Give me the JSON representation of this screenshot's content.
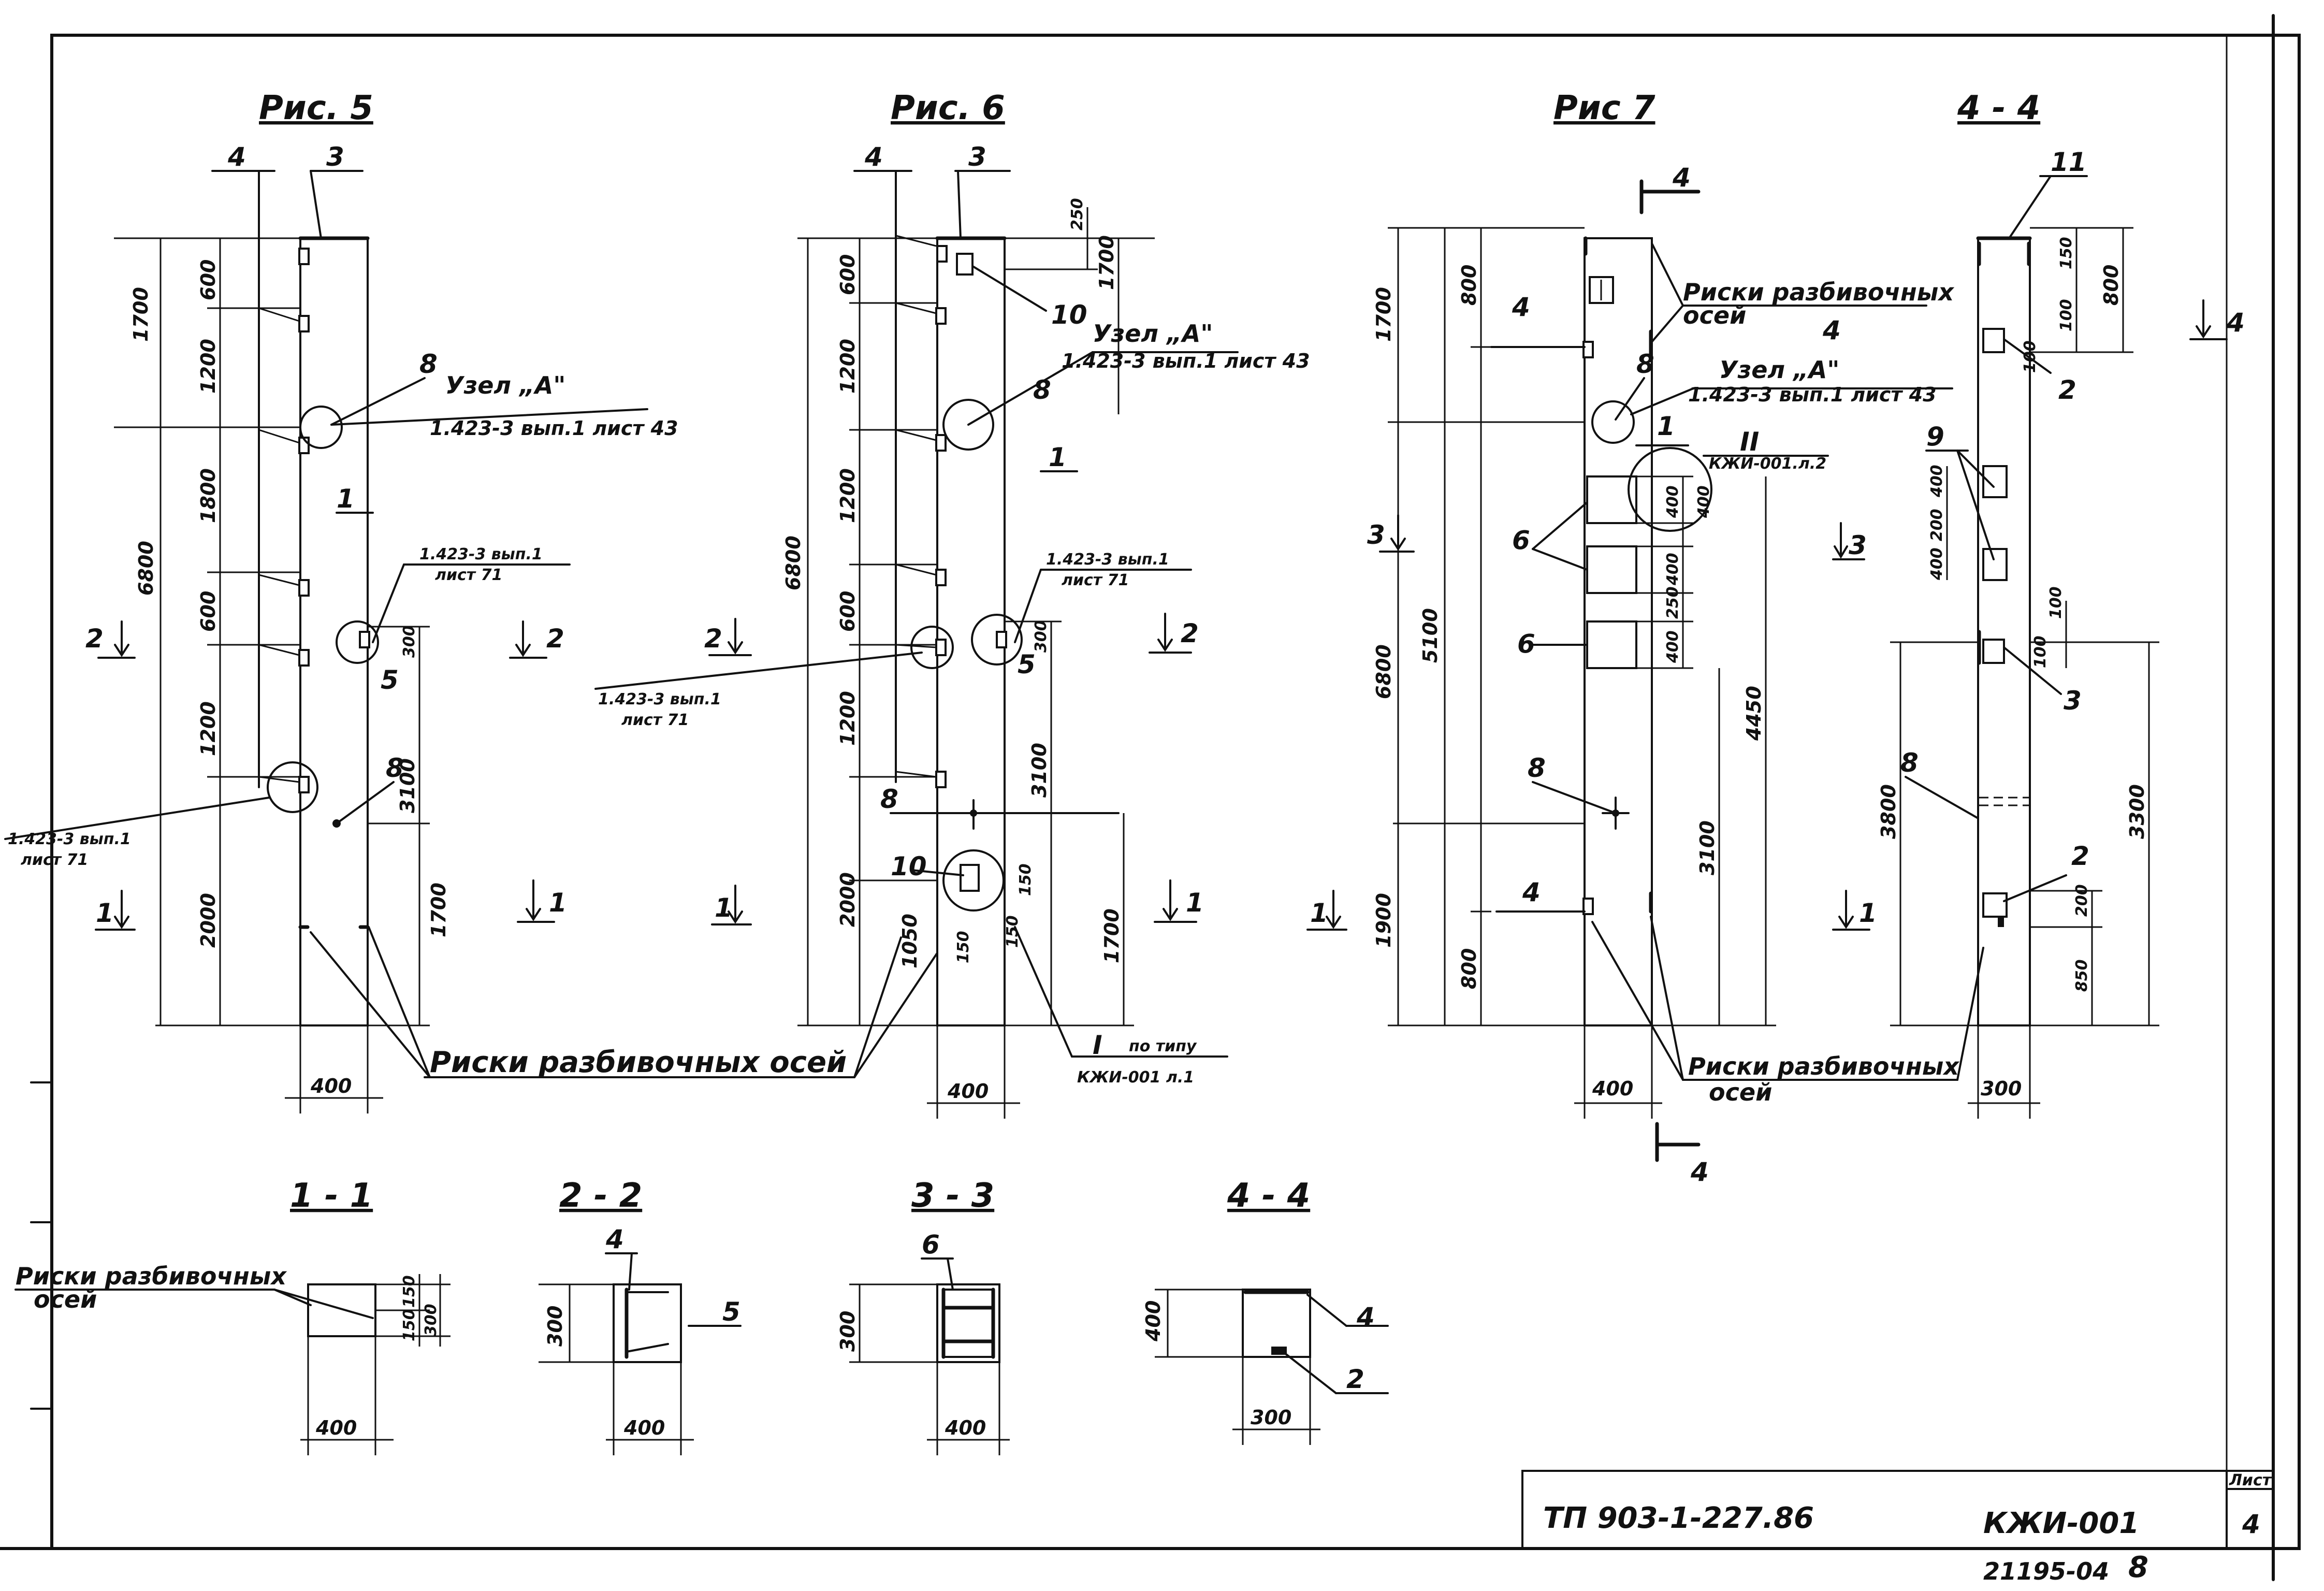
{
  "figures": {
    "fig5": {
      "title": "Рис. 5",
      "callouts": [
        "4",
        "3",
        "8",
        "1",
        "5",
        "8"
      ],
      "node_a": "Узел „А\"",
      "node_a_ref": "1.423-3 вып.1 лист 43",
      "ref_right": "1.423-3 вып.1",
      "ref_right_sheet": "лист 71",
      "ref_left": "1.423-3 вып.1",
      "ref_left_sheet": "лист 71",
      "dims_left": [
        "1700",
        "6800",
        "600",
        "1200",
        "1800",
        "600",
        "1200",
        "2000"
      ],
      "dims_right": [
        "300",
        "3100",
        "1700"
      ],
      "dim_width": "400",
      "sections": [
        "2",
        "2",
        "1",
        "1"
      ]
    },
    "fig6": {
      "title": "Рис. 6",
      "callouts": [
        "4",
        "3",
        "10",
        "8",
        "1",
        "5",
        "8",
        "10",
        "I"
      ],
      "node_a": "Узел „А\"",
      "node_a_ref": "1.423-3 вып.1 лист 43",
      "ref_right": "1.423-3 вып.1",
      "ref_right_sheet": "лист 71",
      "ref_left": "1.423-3 вып.1",
      "ref_left_sheet": "лист 71",
      "type_note": "по типу",
      "type_ref": "КЖИ-001 л.1",
      "dims_top": [
        "250",
        "1700"
      ],
      "dims_left": [
        "6800",
        "600",
        "1200",
        "1200",
        "600",
        "1200",
        "2000",
        "1050"
      ],
      "dims_right": [
        "300",
        "3100",
        "1700",
        "150",
        "150",
        "150"
      ],
      "dim_width": "400",
      "sections": [
        "2",
        "2",
        "1",
        "1"
      ]
    },
    "risk_label": "Риски разбивочных осей",
    "fig7": {
      "title": "Рис 7",
      "callouts": [
        "4",
        "8",
        "1",
        "6",
        "6",
        "8",
        "4"
      ],
      "risk_label_top": "Риски разбивочных",
      "risk_label_top2": "осей",
      "risk_label_bottom": "Риски разбивочных",
      "risk_label_bottom2": "осей",
      "node_a": "Узел „А\"",
      "node_a_ref": "1.423-3 вып.1 лист 43",
      "node_ii": "II",
      "node_ii_ref": "КЖИ-001.л.2",
      "dims_left": [
        "1700",
        "6800",
        "5100",
        "1900",
        "800",
        "800"
      ],
      "dims_right": [
        "400",
        "400",
        "250",
        "400",
        "400",
        "4450",
        "3100"
      ],
      "dim_width": "400",
      "sections": [
        "3",
        "1",
        "4",
        "4"
      ]
    },
    "sec44_top": {
      "title": "4 - 4",
      "callouts": [
        "11",
        "2",
        "9",
        "3",
        "8",
        "2"
      ],
      "dims_left": [
        "3800"
      ],
      "dims_right": [
        "150",
        "800",
        "100",
        "100",
        "400",
        "200",
        "400",
        "100",
        "100",
        "3300",
        "200",
        "850"
      ],
      "dim_width": "300",
      "sections": [
        "4",
        "3",
        "1"
      ]
    }
  },
  "cross_sections": [
    {
      "title": "1 - 1",
      "dim_w": "400",
      "dim_h": "300",
      "dim_h1": "150",
      "dim_h2": "150",
      "label": "Риски разбивочных",
      "label2": "осей"
    },
    {
      "title": "2 - 2",
      "dim_w": "400",
      "dim_h": "300",
      "callouts": [
        "4",
        "5"
      ]
    },
    {
      "title": "3 - 3",
      "dim_w": "400",
      "dim_h": "300",
      "callouts": [
        "6"
      ]
    },
    {
      "title": "4 - 4",
      "dim_w": "300",
      "dim_h": "400",
      "callouts": [
        "4",
        "2"
      ]
    }
  ],
  "stamp": {
    "project": "ТП 903-1-227.86",
    "code": "КЖИ-001",
    "sheet_label": "Лист",
    "sheet_no": "4",
    "archive_no": "21195-04",
    "archive_sfx": "8"
  }
}
